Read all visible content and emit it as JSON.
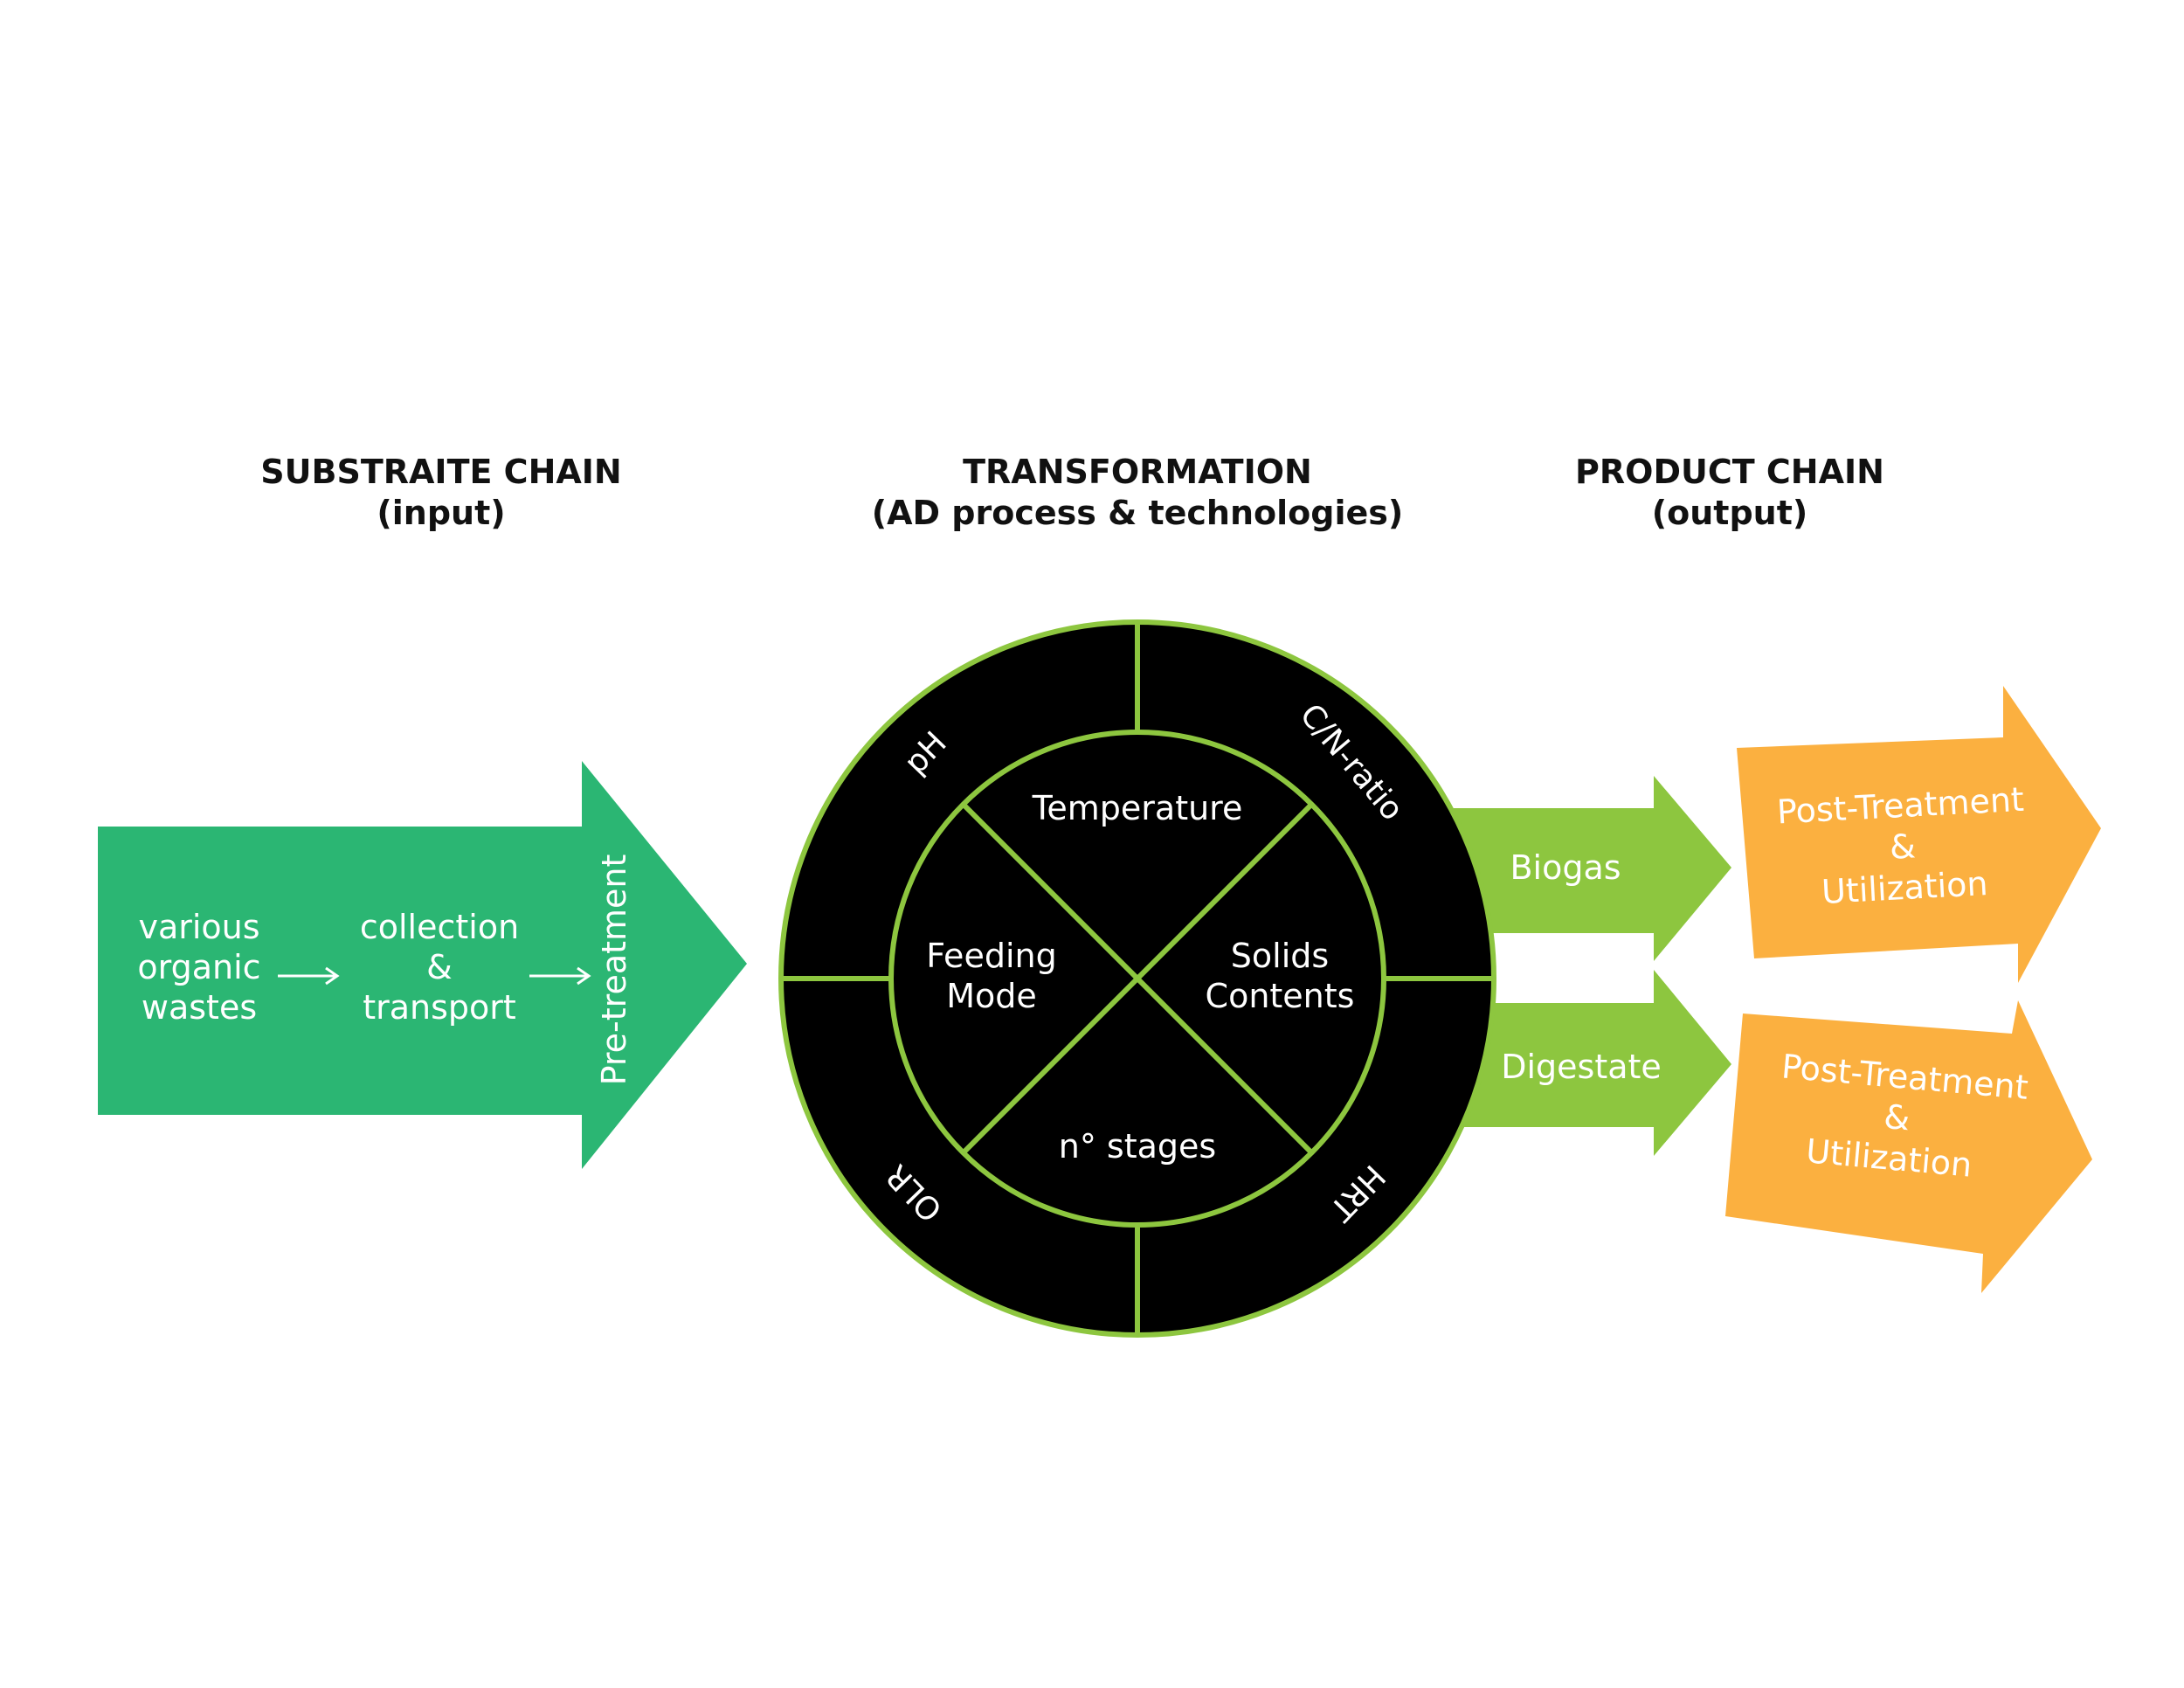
{
  "headers": {
    "substrate": {
      "title": "SUBSTRAITE CHAIN",
      "subtitle": "(input)"
    },
    "transformation": {
      "title": "TRANSFORMATION",
      "subtitle": "(AD process & technologies)"
    },
    "product": {
      "title": "PRODUCT CHAIN",
      "subtitle": "(output)"
    }
  },
  "input": {
    "wastes": [
      "various",
      "organic",
      "wastes"
    ],
    "collection": [
      "collection",
      "&",
      "transport"
    ],
    "pretreatment": "Pre-treatment"
  },
  "wheel": {
    "outer": {
      "ph": "pH",
      "cn_ratio": "C/N-ratio",
      "olr": "OLR",
      "hrt": "HRT"
    },
    "inner": {
      "temperature": "Temperature",
      "feeding": [
        "Feeding",
        "Mode"
      ],
      "solids": [
        "Solids",
        "Contents"
      ],
      "stages": "n° stages"
    }
  },
  "outputs": {
    "biogas": "Biogas",
    "digestate": "Digestate",
    "post_top": [
      "Post-Treatment",
      "&",
      "Utilization"
    ],
    "post_bottom": [
      "Post-Treatment",
      "&",
      "Utilization"
    ]
  },
  "colors": {
    "input_green": "#2bb673",
    "ring_green": "#8dc63f",
    "output_green": "#8dc63f",
    "orange": "#fbb040",
    "black": "#000000"
  }
}
